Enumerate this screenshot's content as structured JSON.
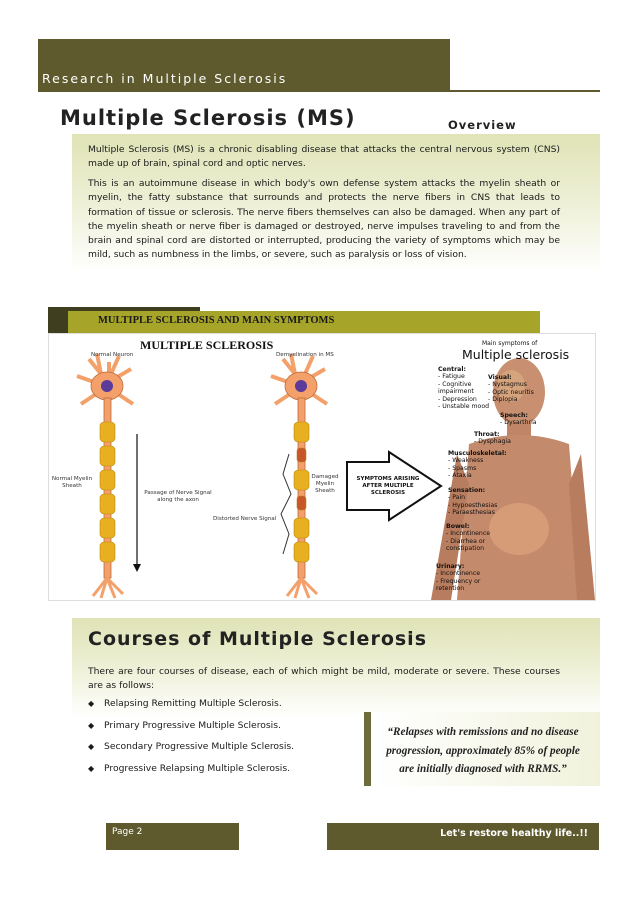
{
  "header": {
    "title": "Research in Multiple Sclerosis"
  },
  "section1": {
    "title": "Multiple Sclerosis (MS)",
    "overview_label": "Overview",
    "paragraphs": [
      "Multiple Sclerosis (MS) is a chronic disabling disease that attacks the central nervous system (CNS) made up of brain, spinal cord and optic nerves.",
      "This is an autoimmune disease in which body's own defense system attacks the myelin sheath or myelin, the fatty substance that surrounds and protects the nerve fibers in CNS that leads to formation of tissue or sclerosis. The nerve fibers themselves can also be damaged. When any part of the myelin sheath or nerve fiber is damaged or destroyed, nerve impulses traveling to and from the brain and spinal cord are distorted or interrupted, producing the variety of symptoms which may be mild, such as numbness in the limbs, or severe, such as paralysis or loss of vision."
    ]
  },
  "figure": {
    "bar_title": "MULTIPLE  SCLEROSIS AND MAIN SYMPTOMS",
    "diagram_title": "MULTIPLE SCLEROSIS",
    "labels": {
      "normal_neuron": "Normal Neuron",
      "demyelination": "Demyelination in MS",
      "normal_myelin": "Normal Myelin Sheath",
      "passage": "Passage of Nerve Signal along the axon",
      "damaged_myelin": "Damaged Myelin Sheath",
      "distorted": "Distorted Nerve Signal",
      "arrow_text": "SYMPTOMS ARISING AFTER MULTIPLE SCLEROSIS"
    },
    "symptoms": {
      "small_title": "Main symptoms of",
      "big_title": "Multiple sclerosis",
      "central_head": "Central:",
      "central": [
        "- Fatigue",
        "- Cognitive",
        "  impairment",
        "- Depression",
        "- Unstable mood"
      ],
      "visual_head": "Visual:",
      "visual": [
        "- Nystagmus",
        "- Optic neuritis",
        "- Diplopia"
      ],
      "speech_head": "Speech:",
      "speech": [
        "- Dysarthria"
      ],
      "throat_head": "Throat:",
      "throat": [
        "- Dysphagia"
      ],
      "musculo_head": "Musculoskeletal:",
      "musculo": [
        "- Weakness",
        "- Spasms",
        "- Ataxia"
      ],
      "sensation_head": "Sensation:",
      "sensation": [
        "- Pain",
        "- Hypoesthesias",
        "- Paraesthesias"
      ],
      "bowel_head": "Bowel:",
      "bowel": [
        "- Incontinence",
        "- Diarrhea or",
        "  constipation"
      ],
      "urinary_head": "Urinary:",
      "urinary": [
        "- Incontinence",
        "- Frequency or",
        "  retention"
      ]
    }
  },
  "section2": {
    "title": "Courses of Multiple Sclerosis",
    "intro": "There are four courses of disease, each of which might be mild, moderate or severe. These courses are as follows:",
    "bullets": [
      "Relapsing Remitting Multiple Sclerosis.",
      "Primary Progressive Multiple Sclerosis.",
      "Secondary Progressive Multiple Sclerosis.",
      "Progressive Relapsing Multiple Sclerosis."
    ],
    "quote": "“Relapses with remissions and no disease progression, approximately 85% of people are initially diagnosed with RRMS.”"
  },
  "footer": {
    "page": "Page 2",
    "slogan": "Let's restore healthy life..!!"
  },
  "colors": {
    "olive_dark": "#5e5a2e",
    "olive_bar": "#a6a52a",
    "neuron": "#f3a06a",
    "myelin": "#e8b020"
  }
}
